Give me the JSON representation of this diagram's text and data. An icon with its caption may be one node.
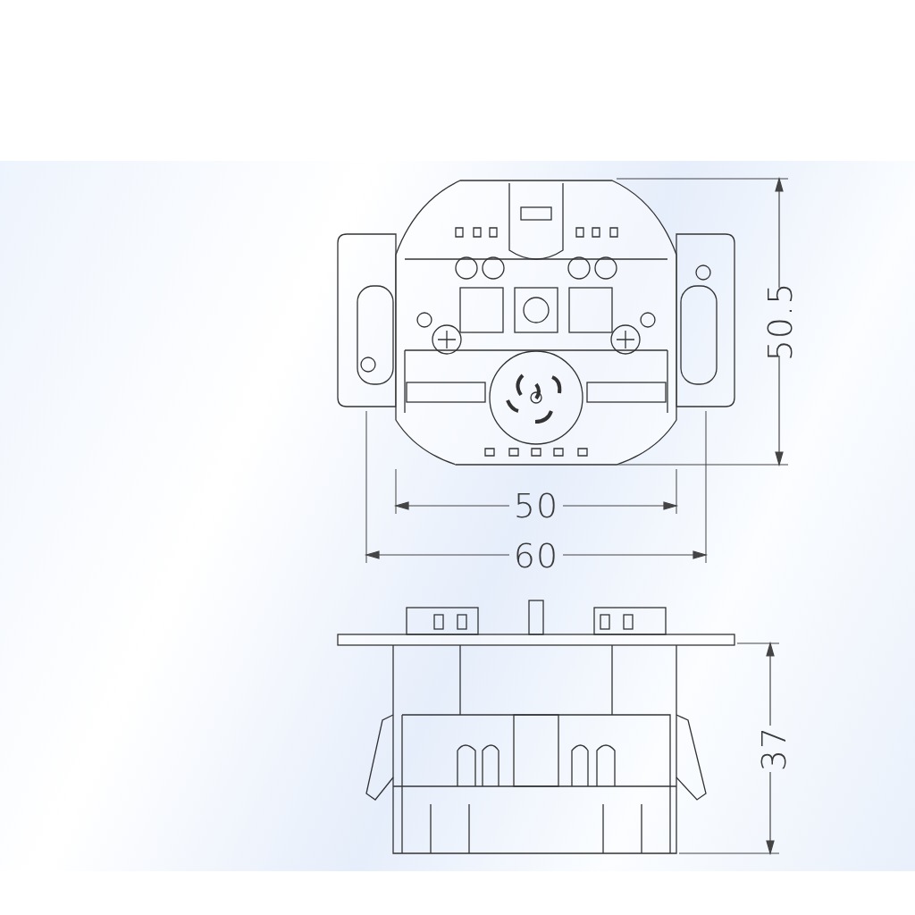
{
  "diagram": {
    "labels": [
      "50.5",
      "50",
      "60",
      "37"
    ]
  }
}
